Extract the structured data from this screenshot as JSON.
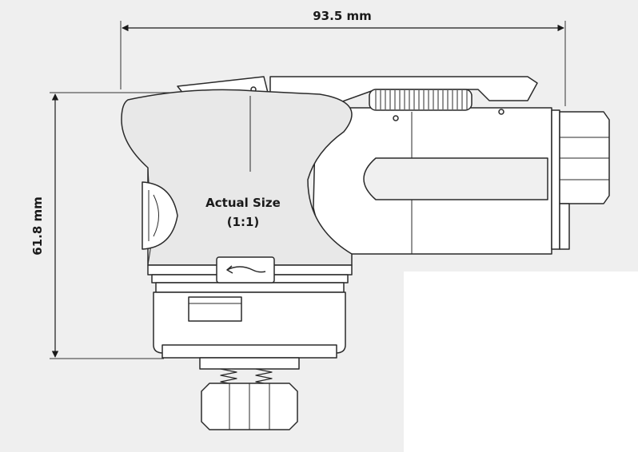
{
  "dimensions": {
    "width_label": "93.5 mm",
    "height_label": "61.8 mm"
  },
  "annotation": {
    "line1": "Actual Size",
    "line2": "(1:1)"
  },
  "colors": {
    "backdrop": "#efefef",
    "body_shade": "#e6e6e6",
    "outline": "#2a2a2a",
    "accent_line": "#444444"
  }
}
